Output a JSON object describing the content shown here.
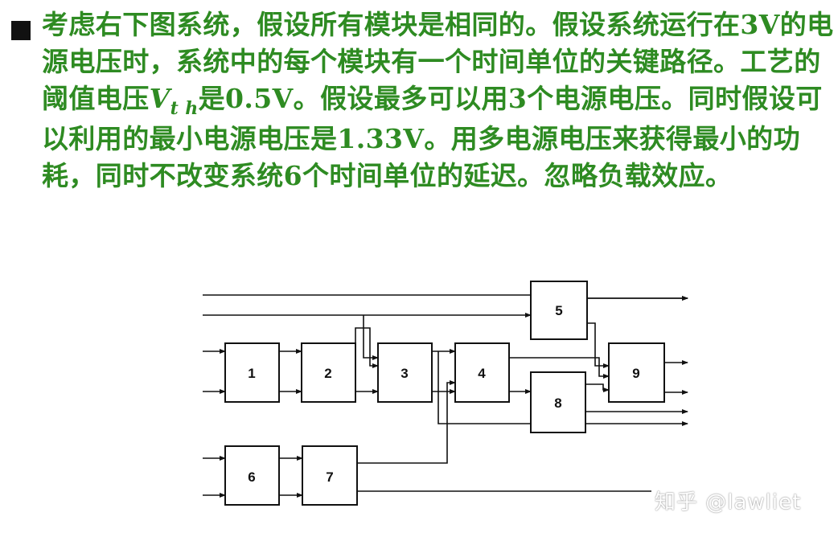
{
  "problem": {
    "text_before_vth": "考虑右下图系统，假设所有模块是相同的。假设系统运行在3V的电源电压时，系统中的每个模块有一个时间单位的关键路径。工艺的阈值电压",
    "vth_symbol": "V",
    "vth_subscript": "t h",
    "text_after_vth": "是0.5V。假设最多可以用3个电源电压。同时假设可以利用的最小电源电压是1.33V。用多电源电压来获得最小的功耗，同时不改变系统6个时间单位的延迟。忽略负载效应。",
    "color": "#2e8b22"
  },
  "diagram": {
    "blocks": [
      {
        "id": "1",
        "label": "1"
      },
      {
        "id": "2",
        "label": "2"
      },
      {
        "id": "3",
        "label": "3"
      },
      {
        "id": "4",
        "label": "4"
      },
      {
        "id": "5",
        "label": "5"
      },
      {
        "id": "6",
        "label": "6"
      },
      {
        "id": "7",
        "label": "7"
      },
      {
        "id": "8",
        "label": "8"
      },
      {
        "id": "9",
        "label": "9"
      }
    ]
  },
  "watermark": "知乎 @lawliet"
}
